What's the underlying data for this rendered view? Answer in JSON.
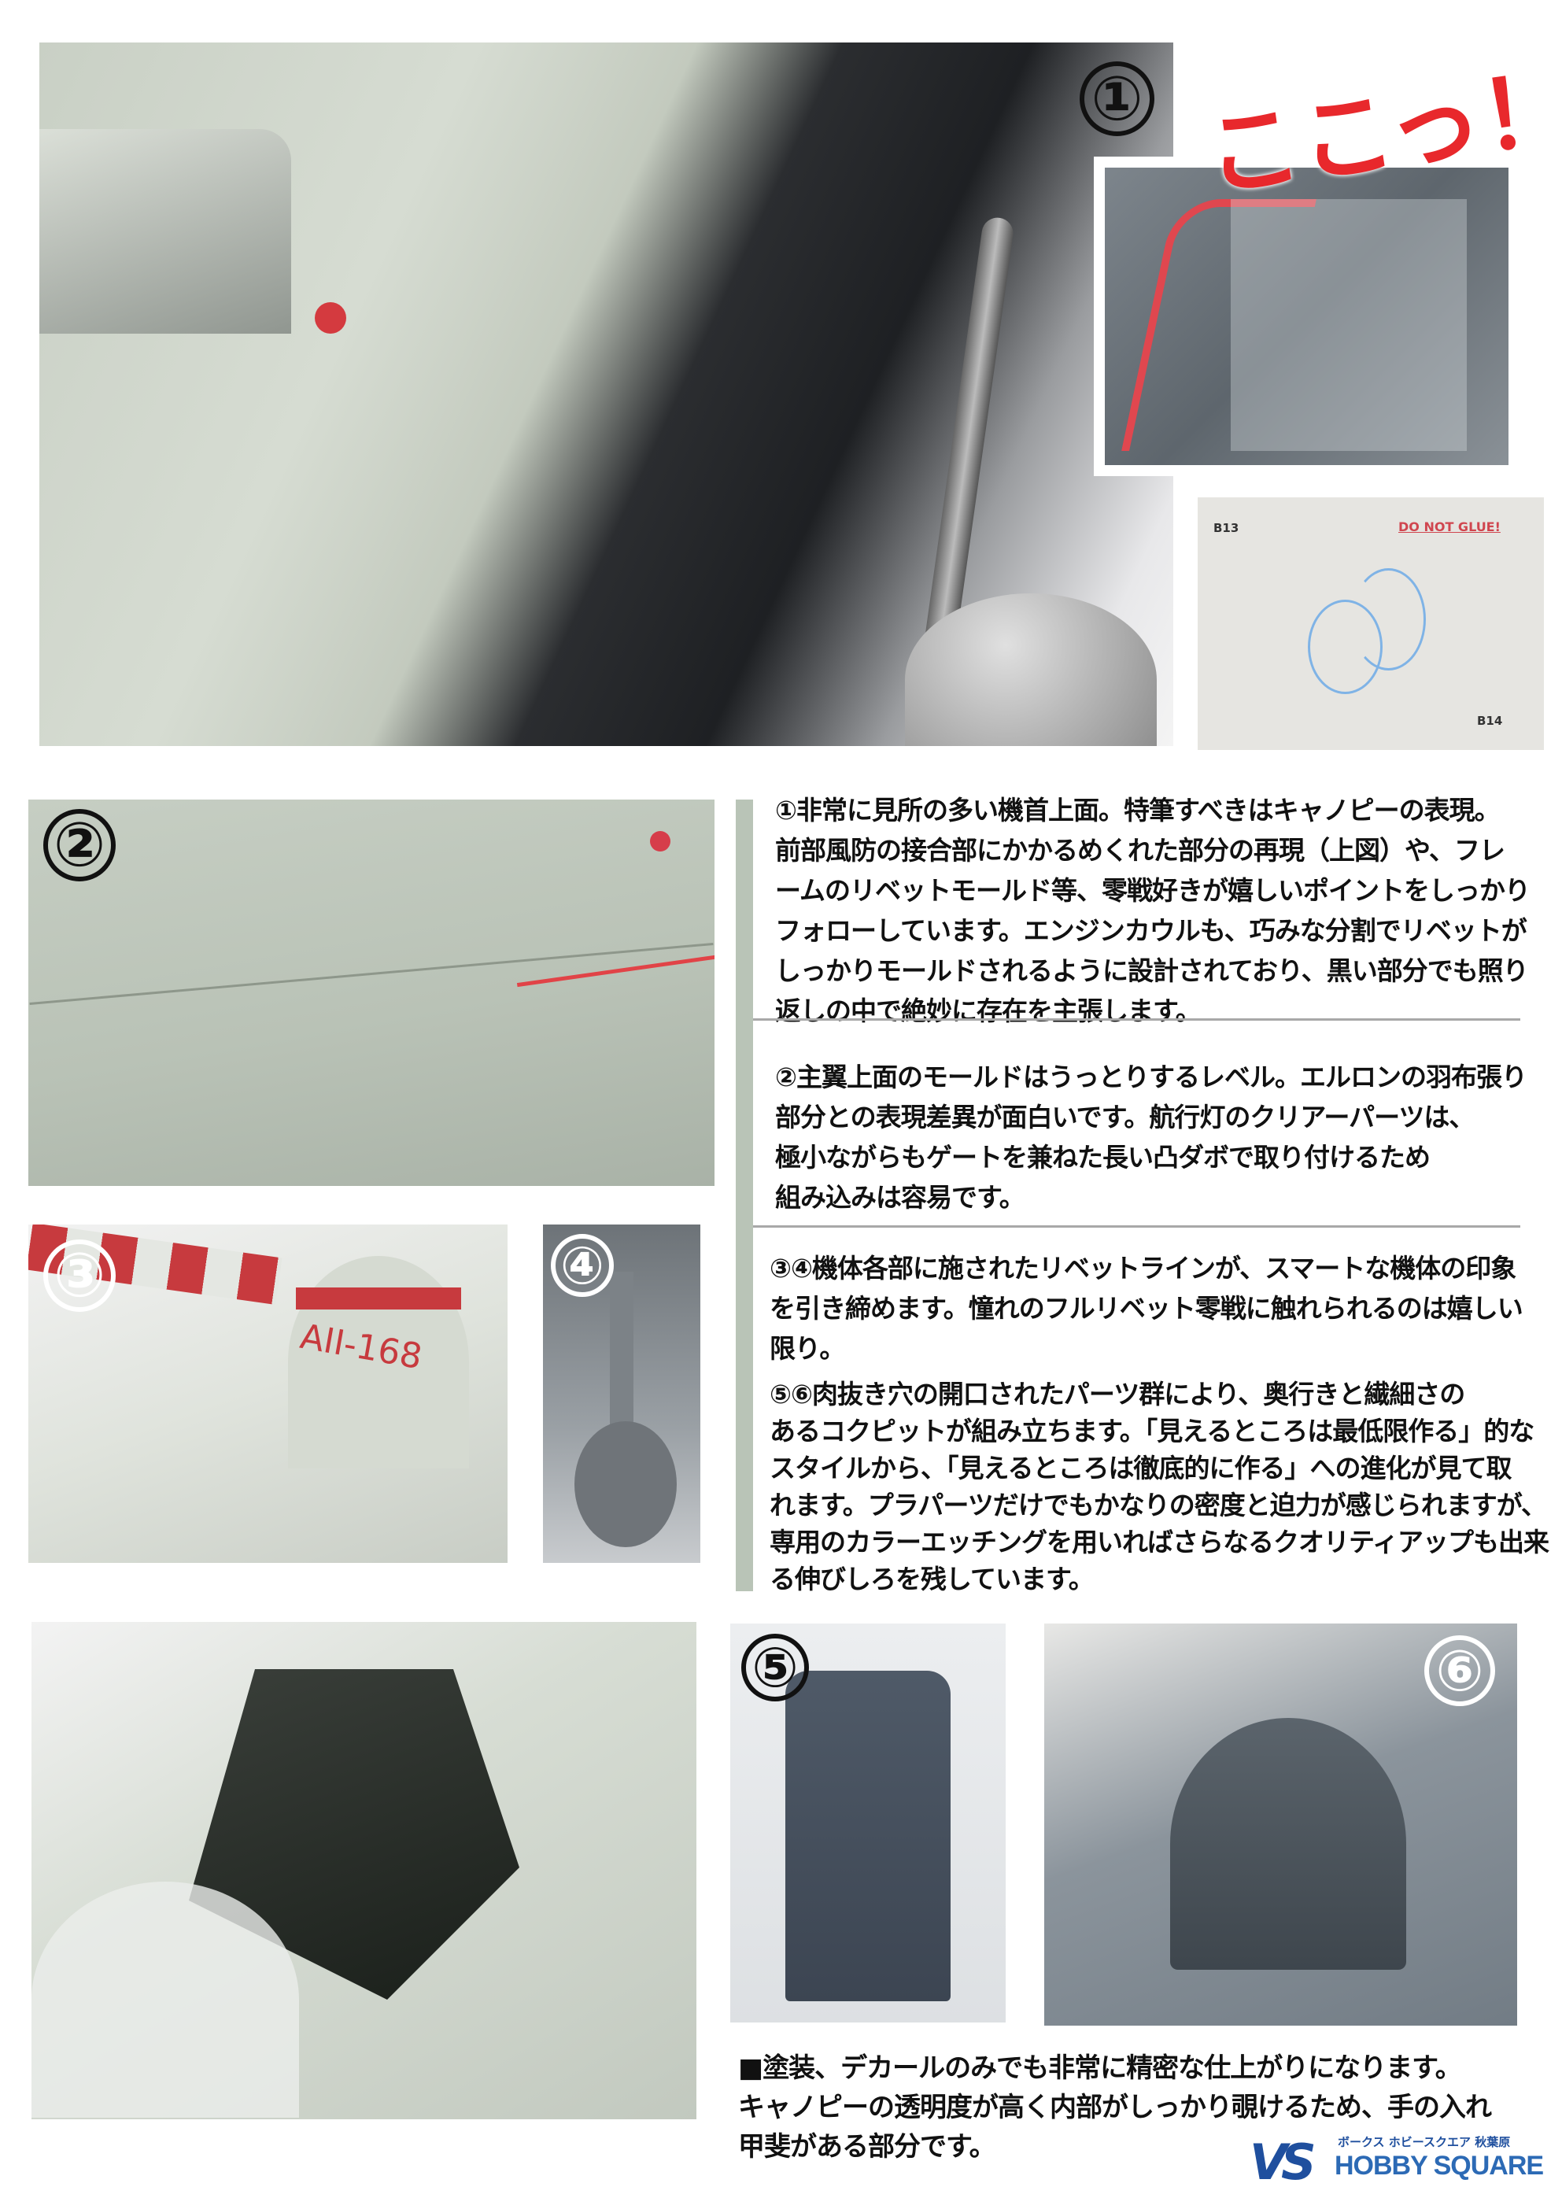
{
  "callout": {
    "exclaim": "ここっ！"
  },
  "markers": [
    "①",
    "②",
    "③",
    "④",
    "⑤",
    "⑥"
  ],
  "diagram": {
    "part_a": "B13",
    "part_b": "B14",
    "warning": "DO NOT GLUE!"
  },
  "tail_code": "AII-168",
  "sections": [
    {
      "lines": [
        "①非常に見所の多い機首上面。特筆すべきはキャノピーの表現。",
        "前部風防の接合部にかかるめくれた部分の再現（上図）や、フレ",
        "ームのリベットモールド等、零戦好きが嬉しいポイントをしっかり",
        "フォローしています。エンジンカウルも、巧みな分割でリベットが",
        "しっかりモールドされるように設計されており、黒い部分でも照り",
        "返しの中で絶妙に存在を主張します。"
      ]
    },
    {
      "lines": [
        "②主翼上面のモールドはうっとりするレベル。エルロンの羽布張り",
        "部分との表現差異が面白いです。航行灯のクリアーパーツは、",
        "極小ながらもゲートを兼ねた長い凸ダボで取り付けるため",
        "組み込みは容易です。"
      ]
    },
    {
      "lines": [
        "③④機体各部に施されたリベットラインが、スマートな機体の印象",
        "を引き締めます。憧れのフルリベット零戦に触れられるのは嬉しい",
        "限り。"
      ]
    },
    {
      "lines": [
        "⑤⑥肉抜き穴の開口されたパーツ群により、奥行きと繊細さの",
        "あるコクピットが組み立ちます。「見えるところは最低限作る」的な",
        "スタイルから、「見えるところは徹底的に作る」への進化が見て取",
        "れます。プラパーツだけでもかなりの密度と迫力が感じられますが、",
        "専用のカラーエッチングを用いればさらなるクオリティアップも出来",
        "る伸びしろを残しています。"
      ]
    }
  ],
  "footer_note": {
    "lines": [
      "■塗装、デカールのみでも非常に精密な仕上がりになります。",
      "キャノピーの透明度が高く内部がしっかり覗けるため、手の入れ",
      "甲斐がある部分です。"
    ]
  },
  "logo": {
    "sub": "ボークス ホビースクエア 秋葉原",
    "main": "HOBBY SQUARE",
    "brand_color": "#1f4f9e"
  },
  "colors": {
    "accent_red": "#e8282c",
    "sidebar_bar": "#b9c4b7"
  }
}
